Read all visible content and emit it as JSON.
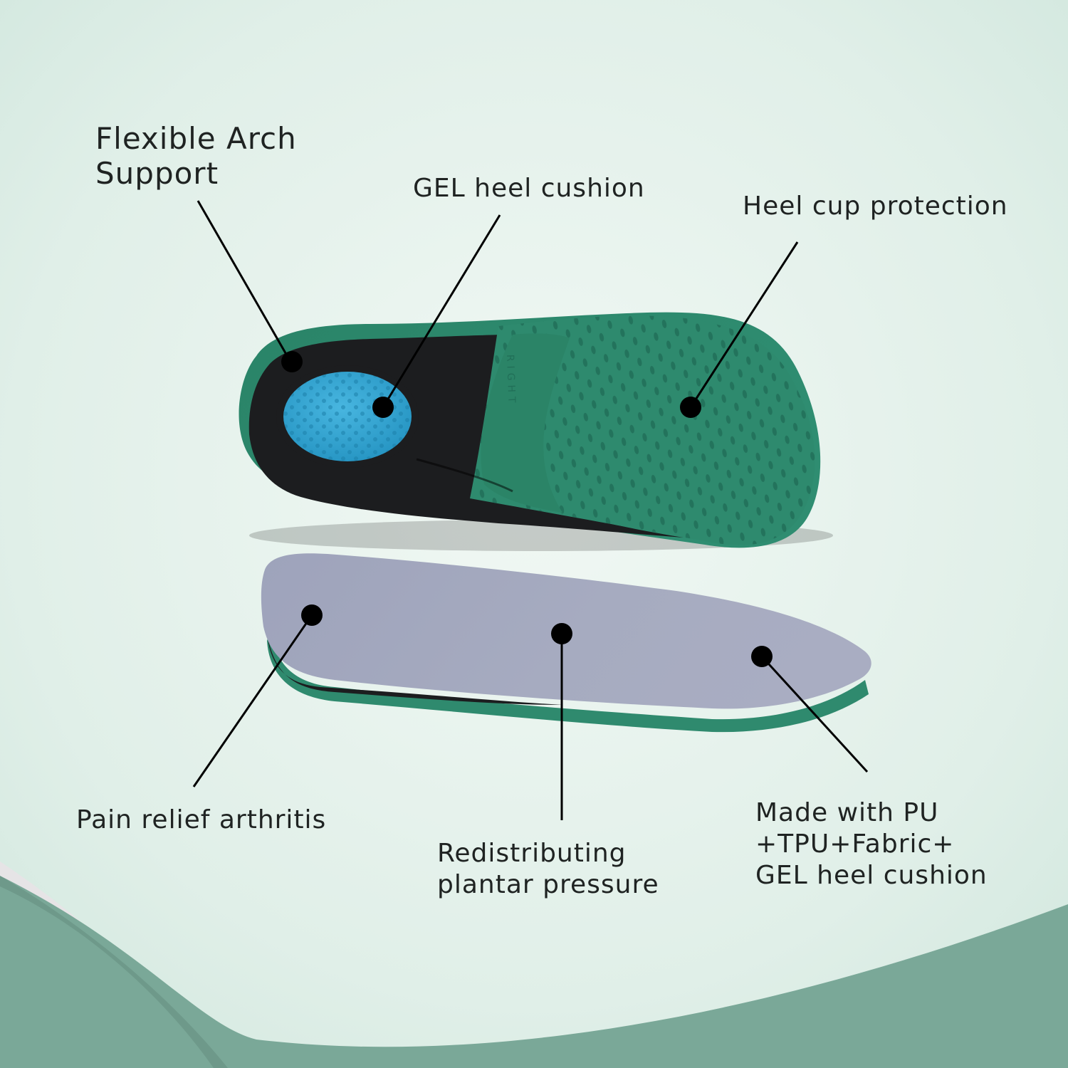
{
  "colors": {
    "background_light": "#ecf6f1",
    "background_mid": "#d6ebe2",
    "bottom_band": "#7aa898",
    "bottom_band_dark": "#668f80",
    "corner_grey": "#e6e4e6",
    "insole_green": "#2f8a6e",
    "insole_green_dark": "#1f6b55",
    "insole_black": "#1c1d1f",
    "gel_blue": "#2ea3cf",
    "top_fabric": "#a2a6bd",
    "callout": "#000000",
    "text": "#1f2322"
  },
  "insole": {
    "side_marking": "RIGHT"
  },
  "callouts": [
    {
      "id": "arch",
      "text": "Flexible Arch\nSupport"
    },
    {
      "id": "gel",
      "text": "GEL heel cushion"
    },
    {
      "id": "heelcup",
      "text": "Heel cup protection"
    },
    {
      "id": "pain",
      "text": "Pain relief arthritis"
    },
    {
      "id": "redis",
      "text": "Redistributing\nplantar pressure"
    },
    {
      "id": "made",
      "text": "Made with PU\n+TPU+Fabric+\nGEL heel cushion"
    }
  ]
}
